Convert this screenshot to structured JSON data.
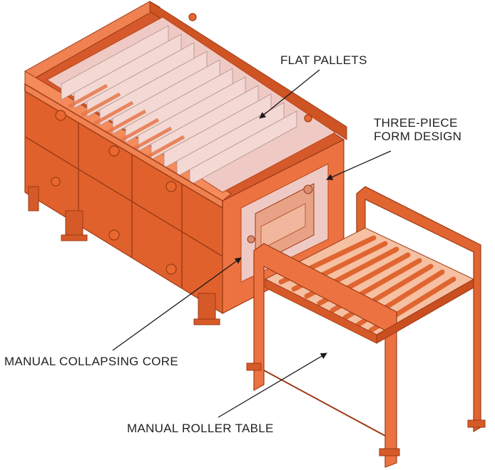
{
  "callouts": {
    "flat_pallets": "FLAT PALLETS",
    "three_piece_line1": "THREE-PIECE",
    "three_piece_line2": "FORM DESIGN",
    "collapsing_core": "MANUAL COLLAPSING CORE",
    "roller_table": "MANUAL ROLLER TABLE"
  },
  "colors": {
    "steel_light": "#f07a45",
    "steel_mid": "#df5f2b",
    "steel_dark": "#b9471c",
    "pallet": "#efc9c4",
    "pallet_edge": "#d9a9a2",
    "leader": "#1a1a1a"
  }
}
